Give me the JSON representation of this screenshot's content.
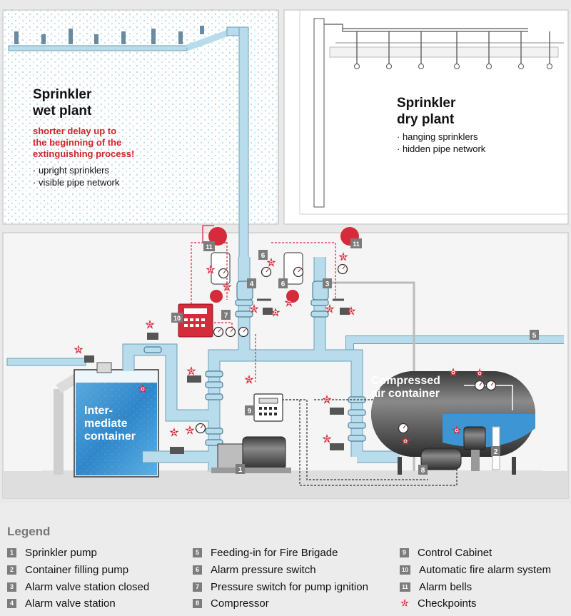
{
  "wet_panel": {
    "title_line1": "Sprinkler",
    "title_line2": "wet plant",
    "highlight_line1": "shorter delay up to",
    "highlight_line2": "the beginning of the",
    "highlight_line3": "extinguishing process!",
    "bullet1": "· upright sprinklers",
    "bullet2": "· visible pipe network"
  },
  "dry_panel": {
    "title_line1": "Sprinkler",
    "title_line2": "dry plant",
    "bullet1": "· hanging sprinklers",
    "bullet2": "· hidden pipe network"
  },
  "intermediate_container": {
    "line1": "Inter-",
    "line2": "mediate",
    "line3": "container"
  },
  "compressed_container": {
    "line1": "Compressed",
    "line2": "air container"
  },
  "markers": {
    "m1": "1",
    "m2": "2",
    "m3": "3",
    "m4": "4",
    "m5": "5",
    "m6a": "6",
    "m6b": "6",
    "m7": "7",
    "m8": "8",
    "m9": "9",
    "m10": "10",
    "m11a": "11",
    "m11b": "11"
  },
  "legend": {
    "title": "Legend",
    "items": [
      {
        "num": "1",
        "label": "Sprinkler pump"
      },
      {
        "num": "2",
        "label": "Container filling pump"
      },
      {
        "num": "3",
        "label": "Alarm valve station closed"
      },
      {
        "num": "4",
        "label": "Alarm valve station"
      },
      {
        "num": "5",
        "label": "Feeding-in for Fire Brigade"
      },
      {
        "num": "6",
        "label": "Alarm pressure switch"
      },
      {
        "num": "7",
        "label": "Pressure switch for pump ignition"
      },
      {
        "num": "8",
        "label": "Compressor"
      },
      {
        "num": "9",
        "label": "Control Cabinet"
      },
      {
        "num": "10",
        "label": "Automatic fire alarm system"
      },
      {
        "num": "11",
        "label": "Alarm bells"
      },
      {
        "num": "",
        "label": "Checkpoints"
      }
    ]
  },
  "colors": {
    "pipe": "#b8dcec",
    "pipe_outline": "#6a9fb8",
    "water": "#3d95d4",
    "alarm_red": "#d52b3b",
    "badge_grey": "#7c7c7c",
    "highlight_text": "#d2232a"
  }
}
